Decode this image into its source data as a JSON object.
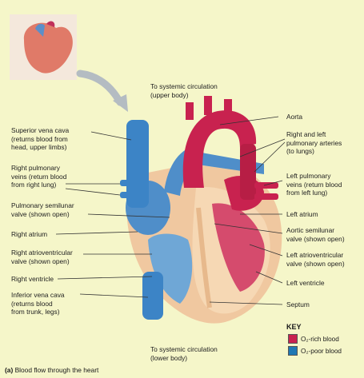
{
  "labels": {
    "top": "To systemic circulation\n(upper body)",
    "bottom": "To systemic circulation\n(lower body)",
    "svc": "Superior vena cava\n(returns blood from\nhead, upper limbs)",
    "rpv": "Right pulmonary\nveins (return blood\nfrom right lung)",
    "psv": "Pulmonary semilunar\nvalve (shown open)",
    "ra": "Right atrium",
    "rav": "Right atrioventricular\nvalve (shown open)",
    "rv": "Right ventricle",
    "ivc": "Inferior vena cava\n(returns blood\nfrom trunk, legs)",
    "aorta": "Aorta",
    "rlpa": "Right and left\npulmonary arteries\n(to lungs)",
    "lpv": "Left pulmonary\nveins (return blood\nfrom left lung)",
    "la": "Left atrium",
    "asv": "Aortic semilunar\nvalve (shown open)",
    "lav": "Left atrioventricular\nvalve (shown open)",
    "lv": "Left ventricle",
    "septum": "Septum"
  },
  "key": {
    "title": "KEY",
    "rich": "O₂-rich blood",
    "poor": "O₂-poor blood",
    "rich_color": "#c8224f",
    "poor_color": "#1f78b4"
  },
  "caption": {
    "letter": "(a)",
    "text": "Blood flow through the heart"
  }
}
